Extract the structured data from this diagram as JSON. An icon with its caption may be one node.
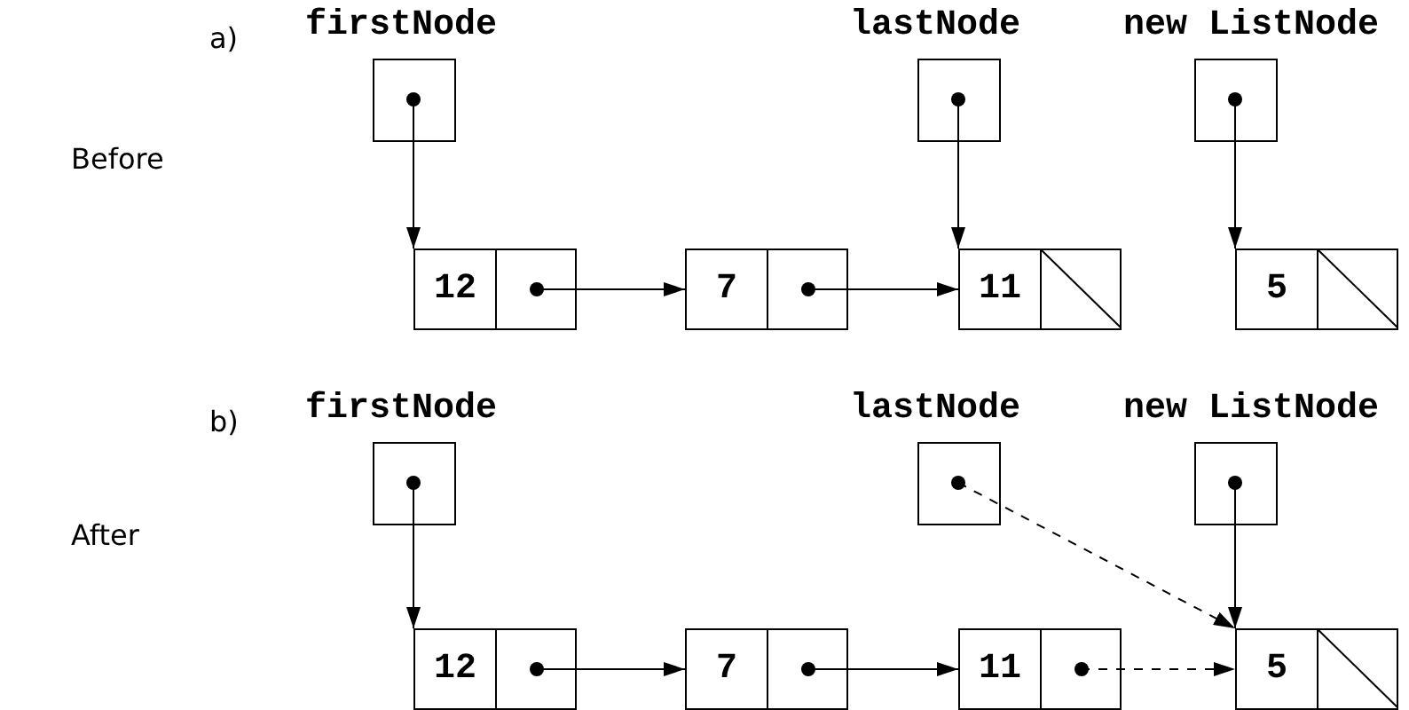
{
  "diagram": {
    "nodes": [
      {
        "text": [
          "firstNode"
        ]
      },
      {
        "text": [
          "lastNode"
        ]
      },
      {
        "text": [
          "new ListNode"
        ]
      },
      {
        "text": [
          "12"
        ]
      },
      {
        "text": [
          "7"
        ]
      },
      {
        "text": [
          "11"
        ]
      },
      {
        "text": [
          "5"
        ]
      },
      {
        "text": [
          "firstNode"
        ]
      },
      {
        "text": [
          "lastNode"
        ]
      },
      {
        "text": [
          "new ListNode"
        ]
      },
      {
        "text": [
          "12"
        ]
      },
      {
        "text": [
          "7"
        ]
      },
      {
        "text": [
          "11"
        ]
      },
      {
        "text": [
          "5"
        ]
      }
    ],
    "edges": [
      {
        "from": 0,
        "to": 3,
        "arrow": "to"
      },
      {
        "from": 1,
        "to": 5,
        "arrow": "to"
      },
      {
        "from": 2,
        "to": 6,
        "arrow": "to"
      },
      {
        "from": 3,
        "to": 4,
        "arrow": "to"
      },
      {
        "from": 4,
        "to": 5,
        "arrow": "to"
      },
      {
        "from": 7,
        "to": 10,
        "arrow": "to"
      },
      {
        "from": 8,
        "to": 13,
        "arrow": "to",
        "style": "dashed"
      },
      {
        "from": 9,
        "to": 13,
        "arrow": "to"
      },
      {
        "from": 10,
        "to": 11,
        "arrow": "to"
      },
      {
        "from": 11,
        "to": 12,
        "arrow": "to"
      },
      {
        "from": 12,
        "to": 13,
        "arrow": "to",
        "style": "dashed"
      }
    ],
    "labels": [
      "a)",
      "Before",
      "b)",
      "After"
    ]
  }
}
